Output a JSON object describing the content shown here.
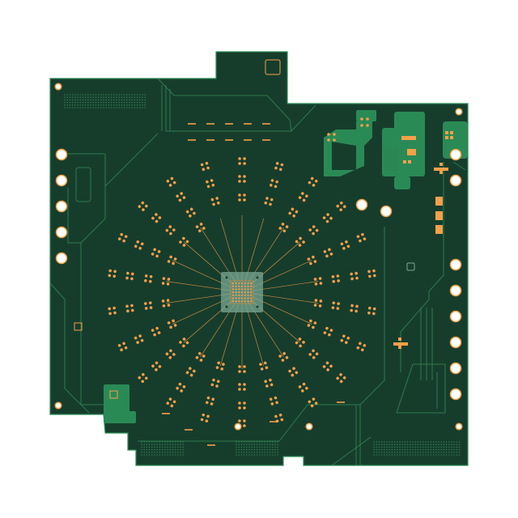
{
  "board": {
    "colors": {
      "background": "#ffffff",
      "substrate": "#163d2c",
      "outline": "#2a8a55",
      "copper_pour": "#2a8a55",
      "trace": "#2f7a4d",
      "pad": "#f5a04a",
      "hole": "#ffffff",
      "signal_trace": "#c58a3f",
      "chip_body": "#7aa894"
    },
    "components": {
      "bga_chip": "bga-chip",
      "radial_pad_spokes": 22,
      "mounting_holes": 6,
      "left_edge_connectors": 5,
      "right_edge_connectors": 6
    }
  }
}
